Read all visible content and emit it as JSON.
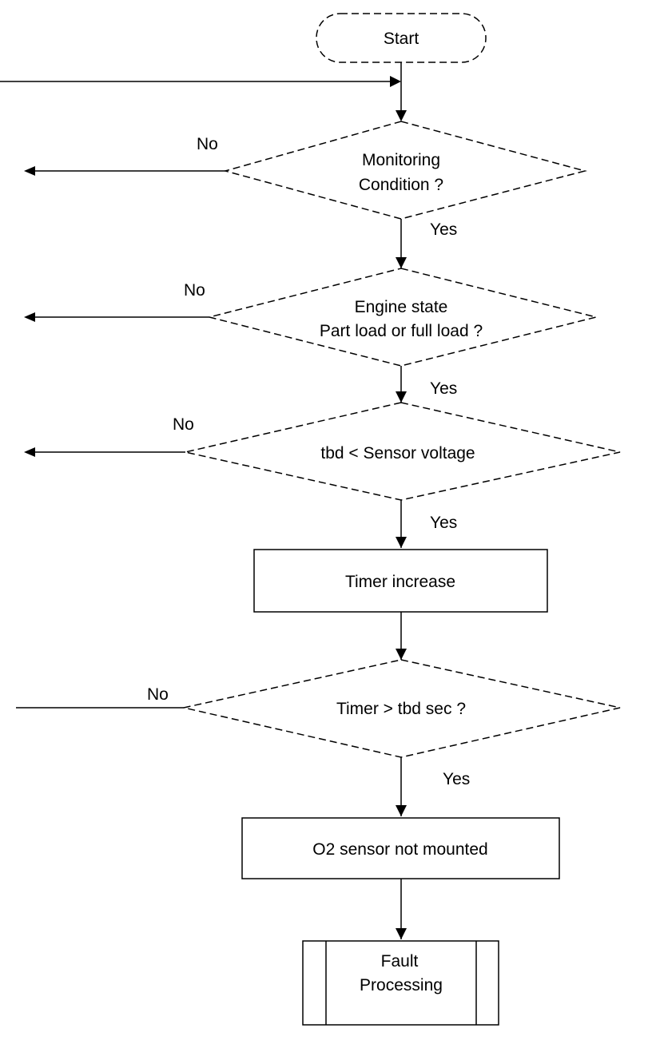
{
  "flowchart": {
    "start": "Start",
    "decisions": {
      "monitoring": [
        "Monitoring",
        "Condition ?"
      ],
      "engine_state": [
        "Engine state",
        "Part load or full load ?"
      ],
      "voltage": [
        "tbd < Sensor voltage"
      ],
      "timer_check": [
        "Timer > tbd sec ?"
      ]
    },
    "processes": {
      "timer_increase": "Timer increase",
      "not_mounted": "O2 sensor not mounted"
    },
    "subroutine": [
      "Fault",
      "Processing"
    ],
    "branch_labels": {
      "no": "No",
      "yes": "Yes"
    }
  }
}
